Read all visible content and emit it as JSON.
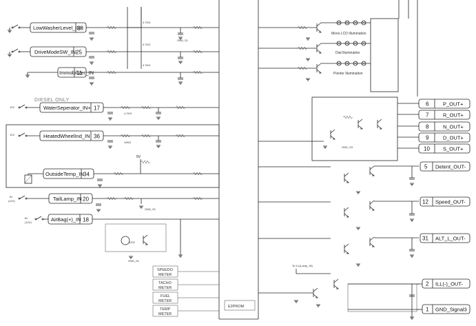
{
  "inputs": [
    {
      "label": "LowWasherLevel_IN-",
      "pin": "28"
    },
    {
      "label": "DriveModeSW_IN-",
      "pin": "25"
    },
    {
      "label": "Immobilizer_IN",
      "pin": "11"
    },
    {
      "label": "WaterSeperator_IN+",
      "pin": "17"
    },
    {
      "label": "HeatedWheelInd_IN",
      "pin": "36"
    },
    {
      "label": "OutsideTemp_IN",
      "pin": "34"
    },
    {
      "label": "TailLamp_IN",
      "pin": "20"
    },
    {
      "label": "AirBag(+)_IN",
      "pin": "18"
    }
  ],
  "notes": {
    "diesel_only": "DIESEL ONLY",
    "voltage_5v": "5V"
  },
  "small_labels": {
    "r12v_a": "12V",
    "r12v_b": "12V",
    "b_plus_a": "B+",
    "r12v_c": "(12V)",
    "b_plus_b": "B+",
    "r12v_d": "(12V)",
    "led": "LED",
    "to_ill": "To ILL(Lamp_IN)"
  },
  "illumination": [
    {
      "label": "Mono LCD Illumination"
    },
    {
      "label": "Dial Illumination"
    },
    {
      "label": "Pointer Illumination"
    }
  ],
  "outputs": [
    {
      "pin": "6",
      "label": "P_OUT+"
    },
    {
      "pin": "7",
      "label": "R_OUT+"
    },
    {
      "pin": "8",
      "label": "N_OUT+"
    },
    {
      "pin": "9",
      "label": "D_OUT+"
    },
    {
      "pin": "10",
      "label": "S_OUT+"
    },
    {
      "pin": "5",
      "label": "Detent_OUT-"
    },
    {
      "pin": "12",
      "label": "Speed_OUT-"
    },
    {
      "pin": "31",
      "label": "ALT_L_OUT-"
    },
    {
      "pin": "2",
      "label": "ILL(-)_OUT-"
    },
    {
      "pin": "1",
      "label": "GND_Signal3"
    }
  ],
  "meters": [
    {
      "line1": "SPEEDO",
      "line2": "METER"
    },
    {
      "line1": "TACHO",
      "line2": "METER"
    },
    {
      "line1": "FUEL",
      "line2": "METER"
    },
    {
      "line1": "TEMP",
      "line2": "METER"
    }
  ],
  "e2prom": "E2PROM",
  "gnd_labels": {
    "g1": "GND_S1",
    "g2": "GND_S1",
    "g3": "GND_S1",
    "g4": "GND_S3"
  },
  "resistor_values": {
    "r1": "4.7KΩ",
    "r2": "4.7KΩ",
    "r3": "4.7KΩ",
    "r4": "4.7KΩ",
    "r5": "10KΩ"
  }
}
